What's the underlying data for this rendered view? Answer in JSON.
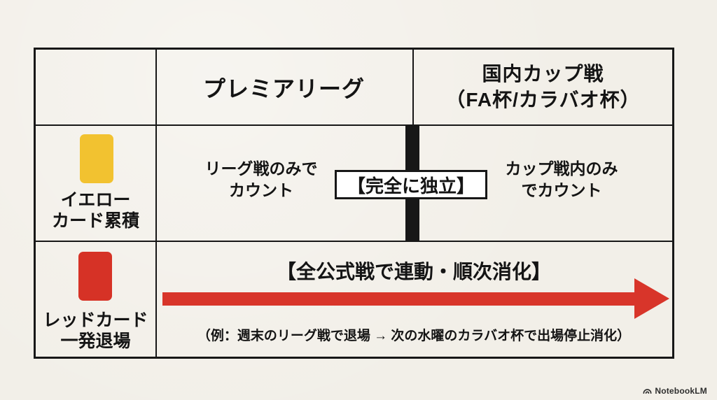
{
  "page": {
    "background_color": "#F2EFE8",
    "watermark": {
      "label": "NotebookLM"
    }
  },
  "colors": {
    "border_black": "#171717",
    "yellow_card": "#F2C230",
    "red_card": "#D63226",
    "arrow_red": "#D8352A",
    "independent_box_background": "#FFFFFF",
    "text": "#141414"
  },
  "table": {
    "header": {
      "premier_league": "プレミアリーグ",
      "domestic_cup_line1": "国内カップ戦",
      "domestic_cup_line2": "（FA杯/カラバオ杯）"
    },
    "yellow_row": {
      "label_line1": "イエロー",
      "label_line2": "カード累積",
      "league_line1": "リーグ戦のみで",
      "league_line2": "カウント",
      "independent_box": "【完全に独立】",
      "cup_line1": "カップ戦内のみ",
      "cup_line2": "でカウント"
    },
    "red_row": {
      "label_line1": "レッドカード",
      "label_line2": "一発退場",
      "heading": "【全公式戦で連動・順次消化】",
      "example": "（例：週末のリーグ戦で退場 → 次の水曜のカラバオ杯で出場停止消化）"
    }
  }
}
